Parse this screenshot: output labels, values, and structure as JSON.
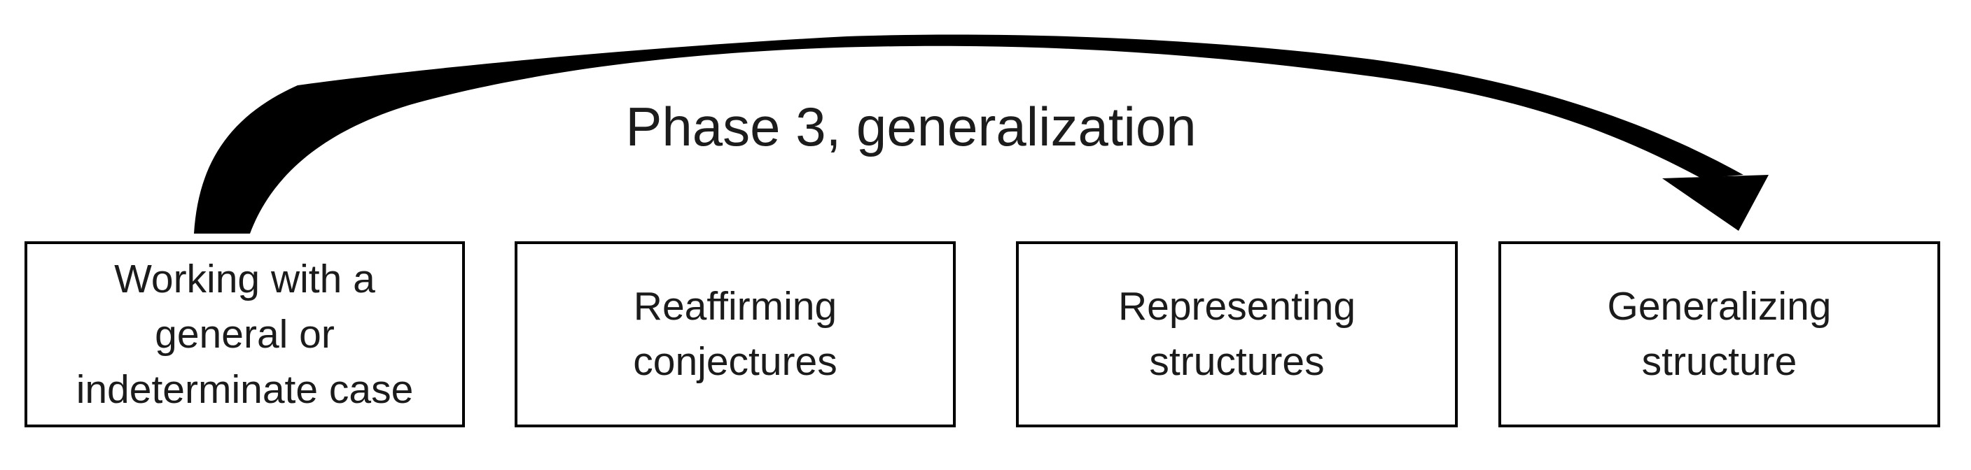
{
  "diagram": {
    "title": "Phase 3, generalization",
    "boxes": [
      {
        "id": "working-with-a-general-or-indeterminate-case",
        "label": "Working with a\ngeneral or\nindeterminate case"
      },
      {
        "id": "reaffirming-conjectures",
        "label": "Reaffirming\nconjectures"
      },
      {
        "id": "representing-structures",
        "label": "Representing\nstructures"
      },
      {
        "id": "generalizing-structure",
        "label": "Generalizing\nstructure"
      }
    ],
    "arrow": {
      "shape": "thick-curved-arrow",
      "from": "working-with-a-general-or-indeterminate-case",
      "to": "generalizing-structure"
    },
    "colors": {
      "ink": "#000000",
      "background": "#ffffff"
    }
  }
}
